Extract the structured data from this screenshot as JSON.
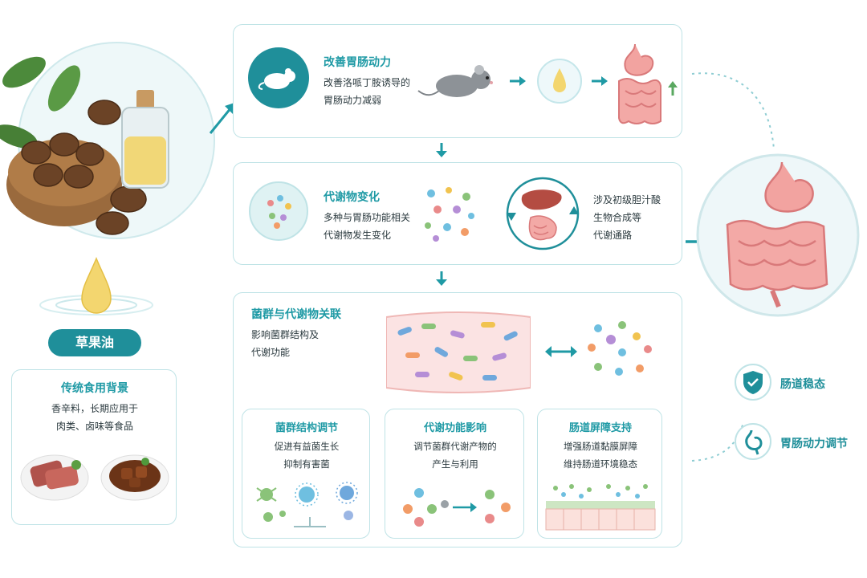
{
  "left": {
    "label": "草果油",
    "background": {
      "title": "传统食用背景",
      "line1": "香辛料，长期应用于",
      "line2": "肉类、卤味等食品"
    }
  },
  "panels": {
    "motility": {
      "title": "改善胃肠动力",
      "line1": "改善洛哌丁胺诱导的",
      "line2": "胃肠动力减弱"
    },
    "metabolite": {
      "title": "代谢物变化",
      "line1": "多种与胃肠功能相关",
      "line2": "代谢物发生变化",
      "right_line1": "涉及初级胆汁酸",
      "right_line2": "生物合成等",
      "right_line3": "代谢通路"
    },
    "flora": {
      "title": "菌群与代谢物关联",
      "line1": "影响菌群结构及",
      "line2": "代谢功能",
      "subs": [
        {
          "title": "菌群结构调节",
          "line1": "促进有益菌生长",
          "line2": "抑制有害菌"
        },
        {
          "title": "代谢功能影响",
          "line1": "调节菌群代谢产物的",
          "line2": "产生与利用"
        },
        {
          "title": "肠道屏障支持",
          "line1": "增强肠道黏膜屏障",
          "line2": "维持肠道环境稳态"
        }
      ]
    }
  },
  "outcomes": [
    {
      "label": "肠道稳态",
      "icon": "shield-check-icon"
    },
    {
      "label": "胃肠动力调节",
      "icon": "stomach-icon"
    }
  ],
  "colors": {
    "teal": "#1f8f9a",
    "border": "#bfe3e6",
    "accent_text": "#1f9aa5"
  }
}
